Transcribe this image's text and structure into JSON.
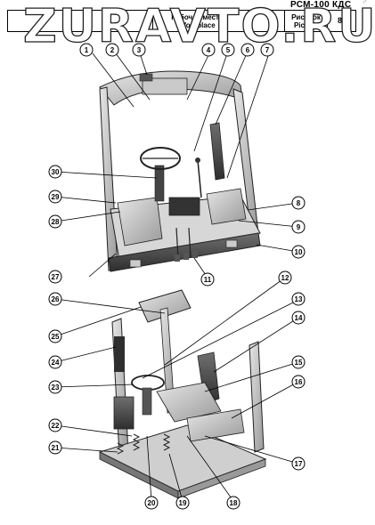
{
  "header": {
    "model": "РСМ-100 КДС",
    "title_ru": "Рабочее место",
    "title_en": "Workplace",
    "figure_label_ru": "Рисунок",
    "figure_label_en": "Picture",
    "figure_number": "89"
  },
  "watermark": {
    "text": "ZURAVTO.RU"
  },
  "corner_mark": {
    "text": "r*"
  },
  "callouts": [
    {
      "id": 1,
      "label": "1"
    },
    {
      "id": 2,
      "label": "2"
    },
    {
      "id": 3,
      "label": "3"
    },
    {
      "id": 4,
      "label": "4"
    },
    {
      "id": 5,
      "label": "5"
    },
    {
      "id": 6,
      "label": "6"
    },
    {
      "id": 7,
      "label": "7"
    },
    {
      "id": 8,
      "label": "8"
    },
    {
      "id": 9,
      "label": "9"
    },
    {
      "id": 10,
      "label": "10"
    },
    {
      "id": 11,
      "label": "11"
    },
    {
      "id": 12,
      "label": "12"
    },
    {
      "id": 13,
      "label": "13"
    },
    {
      "id": 14,
      "label": "14"
    },
    {
      "id": 15,
      "label": "15"
    },
    {
      "id": 16,
      "label": "16"
    },
    {
      "id": 17,
      "label": "17"
    },
    {
      "id": 18,
      "label": "18"
    },
    {
      "id": 19,
      "label": "19"
    },
    {
      "id": 20,
      "label": "20"
    },
    {
      "id": 21,
      "label": "21"
    },
    {
      "id": 22,
      "label": "22"
    },
    {
      "id": 23,
      "label": "23"
    },
    {
      "id": 24,
      "label": "24"
    },
    {
      "id": 25,
      "label": "25"
    },
    {
      "id": 26,
      "label": "26"
    },
    {
      "id": 27,
      "label": "27"
    },
    {
      "id": 28,
      "label": "28"
    },
    {
      "id": 29,
      "label": "29"
    },
    {
      "id": 30,
      "label": "30"
    }
  ]
}
